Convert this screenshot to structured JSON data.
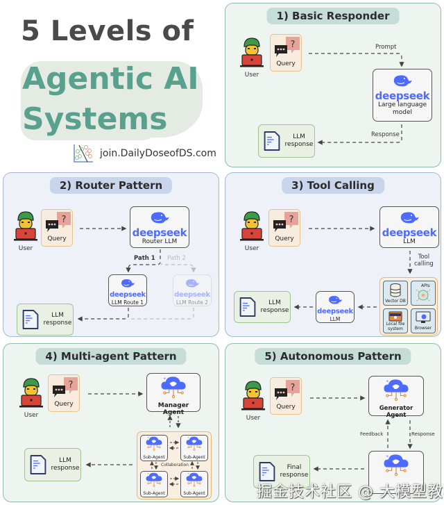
{
  "header": {
    "line1": "5 Levels of",
    "line2": "Agentic AI",
    "line3": "Systems",
    "link_text": "join.DailyDoseofDS.com",
    "colors": {
      "dark": "#4a4a4a",
      "accent": "#5aa08e",
      "blob": "#e4ebe3"
    }
  },
  "brand": {
    "deepseek": "deepseek",
    "color": "#4d6bfe"
  },
  "panels": [
    {
      "title": "1) Basic Responder",
      "user_label": "User",
      "query_label": "Query",
      "llm_label_line1": "Large language",
      "llm_label_line2": "model",
      "edge_prompt": "Prompt",
      "edge_response": "Response",
      "resp_line1": "LLM",
      "resp_line2": "response"
    },
    {
      "title": "2) Router Pattern",
      "user_label": "User",
      "query_label": "Query",
      "router_label": "Router LLM",
      "path1": "Path 1",
      "path2": "Path 2",
      "route1_label": "LLM Route 1",
      "route2_label": "LLM Route 2",
      "resp_line1": "LLM",
      "resp_line2": "response"
    },
    {
      "title": "3) Tool Calling",
      "user_label": "User",
      "query_label": "Query",
      "llm_label": "LLM",
      "edge_tool_line1": "Tool",
      "edge_tool_line2": "calling",
      "tools": [
        "Vector DB",
        "APIs",
        "Local file system",
        "Browser"
      ],
      "llm2_label": "LLM",
      "resp_line1": "LLM",
      "resp_line2": "response"
    },
    {
      "title": "4) Multi-agent Pattern",
      "user_label": "User",
      "query_label": "Query",
      "manager_label": "Manager Agent",
      "sub_agent_label": "Sub-Agent",
      "collab_label": "Collaboration",
      "resp_line1": "LLM",
      "resp_line2": "response"
    },
    {
      "title": "5) Autonomous Pattern",
      "user_label": "User",
      "query_label": "Query",
      "generator_label": "Generator Agent",
      "edge_feedback": "Feedback",
      "edge_response": "Response",
      "resp_line1": "Final",
      "resp_line2": "response"
    }
  ],
  "watermark": "掘金技术社区 @ 大模型教程"
}
